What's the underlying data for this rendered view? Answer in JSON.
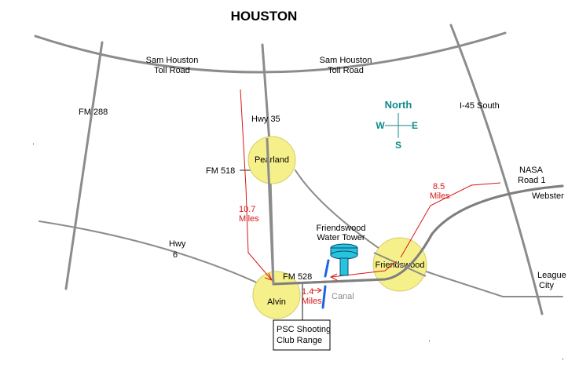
{
  "title": "HOUSTON",
  "roads": {
    "sam_houston_left": [
      "Sam Houston",
      "Toll Road"
    ],
    "sam_houston_right": [
      "Sam Houston",
      "Toll Road"
    ],
    "fm288": "FM 288",
    "hwy35": "Hwy 35",
    "i45": "I-45 South",
    "fm518": "FM 518",
    "hwy6": [
      "Hwy",
      "6"
    ],
    "fm528": "FM 528",
    "nasa": [
      "NASA",
      "Road 1"
    ]
  },
  "cities": {
    "pearland": "Pearland",
    "alvin": "Alvin",
    "friendswood": "Friendswood",
    "webster": "Webster",
    "league_city": [
      "League",
      "City"
    ]
  },
  "landmarks": {
    "water_tower": [
      "Friendswood",
      "Water Tower"
    ],
    "canal": "Canal",
    "range": [
      "PSC Shooting",
      "Club Range"
    ]
  },
  "distances": {
    "d107": [
      "10.7",
      "Miles"
    ],
    "d14": [
      "1.4",
      "Miles"
    ],
    "d85": [
      "8.5",
      "Miles"
    ]
  },
  "compass": {
    "n": "North",
    "s": "S",
    "e": "E",
    "w": "W"
  },
  "colors": {
    "road": "#8c8c8c",
    "main_road": "#7f7f7f",
    "city_fill": "#f6f08a",
    "city_stroke": "#d4cc6a",
    "route": "#d81818",
    "compass": "#0d8a8a",
    "canal": "#1a66e0",
    "tower": "#27c4dc"
  }
}
